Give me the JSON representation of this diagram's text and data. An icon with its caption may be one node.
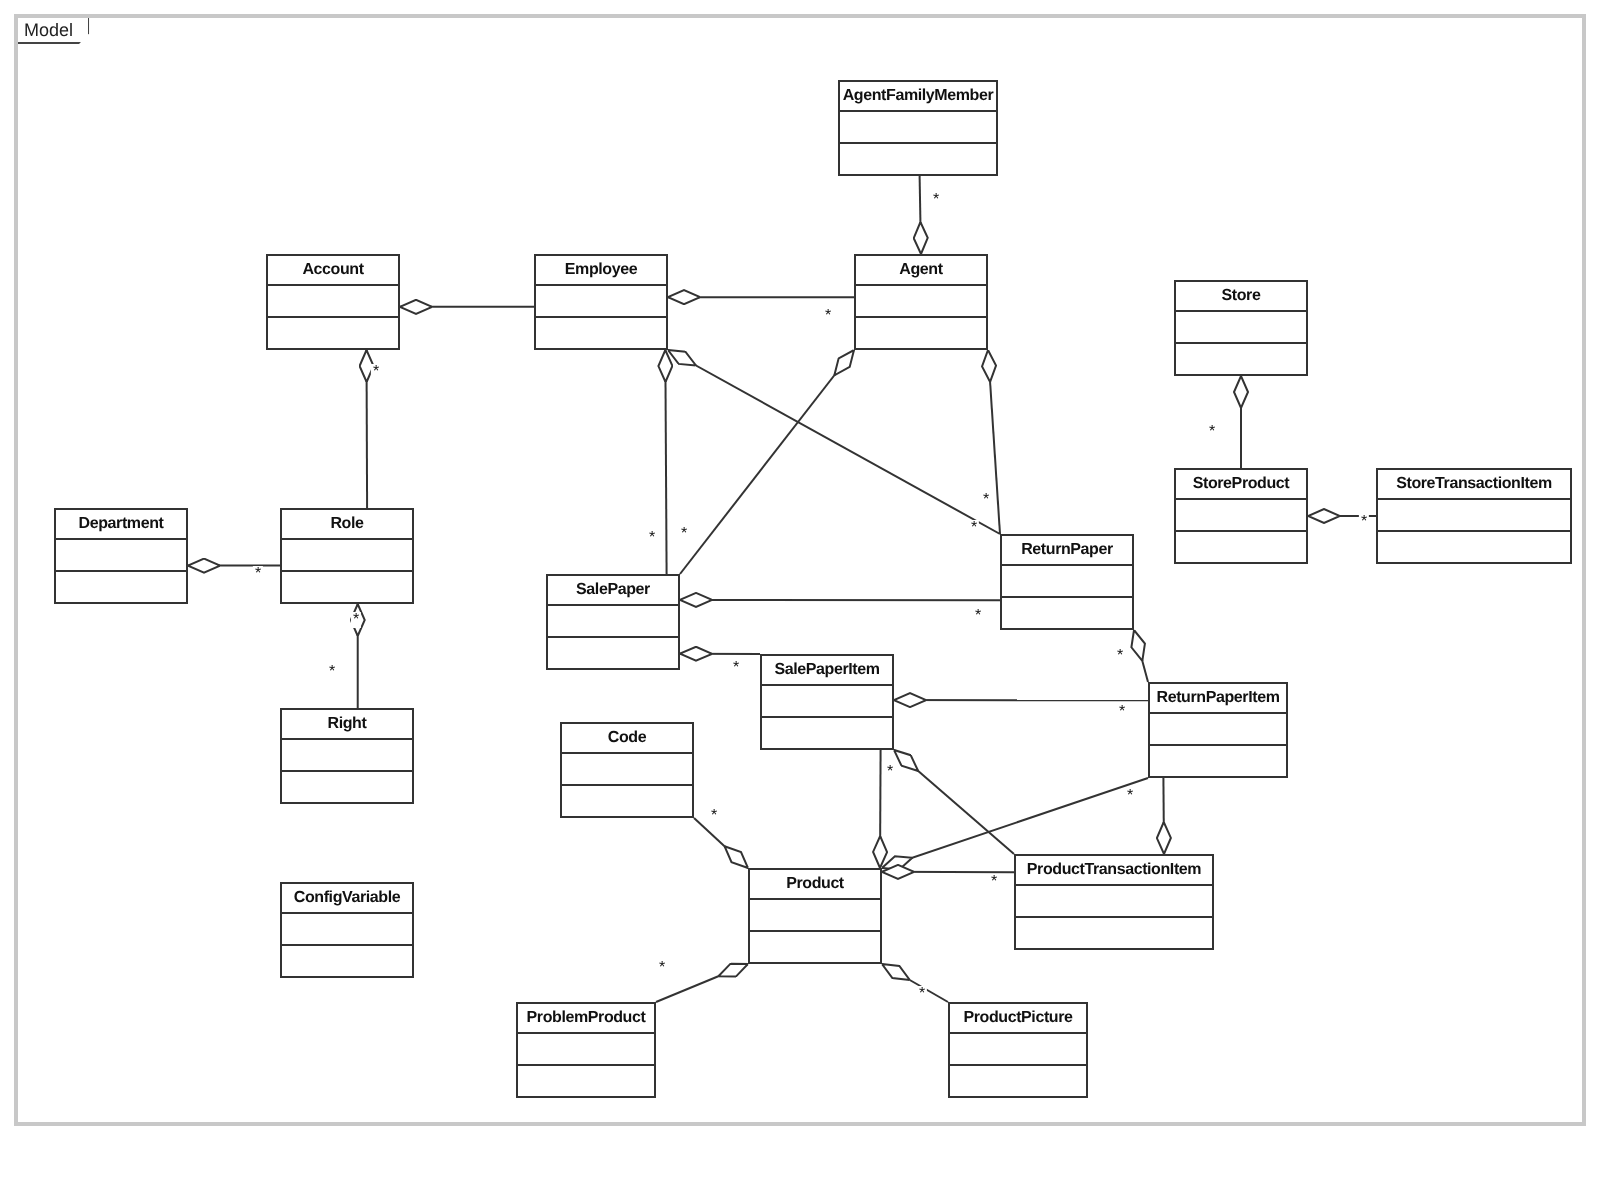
{
  "diagram": {
    "nodes": [
      {
        "text": [
          "Model"
        ]
      },
      {
        "text": [
          "AgentFamilyMember"
        ],
        "in": 0
      },
      {
        "text": [
          "Account"
        ],
        "in": 0
      },
      {
        "text": [
          "Employee"
        ],
        "in": 0
      },
      {
        "text": [
          "Agent"
        ],
        "in": 0
      },
      {
        "text": [
          "Store"
        ],
        "in": 0
      },
      {
        "text": [
          "Department"
        ],
        "in": 0
      },
      {
        "text": [
          "Role"
        ],
        "in": 0
      },
      {
        "text": [
          "StoreProduct"
        ],
        "in": 0
      },
      {
        "text": [
          "StoreTransactionItem"
        ],
        "in": 0
      },
      {
        "text": [
          "SalePaper"
        ],
        "in": 0
      },
      {
        "text": [
          "ReturnPaper"
        ],
        "in": 0
      },
      {
        "text": [
          "SalePaperItem"
        ],
        "in": 0
      },
      {
        "text": [
          "ReturnPaperItem"
        ],
        "in": 0
      },
      {
        "text": [
          "Right"
        ],
        "in": 0
      },
      {
        "text": [
          "Code"
        ],
        "in": 0
      },
      {
        "text": [
          "Product"
        ],
        "in": 0
      },
      {
        "text": [
          "ProductTransactionItem"
        ],
        "in": 0
      },
      {
        "text": [
          "ConfigVariable"
        ],
        "in": 0
      },
      {
        "text": [
          "ProblemProduct"
        ],
        "in": 0
      },
      {
        "text": [
          "ProductPicture"
        ],
        "in": 0
      }
    ],
    "edges": [
      {
        "from": 4,
        "to": 1,
        "arrow": "other",
        "label": "*"
      },
      {
        "from": 2,
        "to": 3,
        "arrow": "other"
      },
      {
        "from": 3,
        "to": 4,
        "arrow": "other",
        "label": "*"
      },
      {
        "from": 2,
        "to": 7,
        "arrow": "other",
        "label": "*"
      },
      {
        "from": 6,
        "to": 7,
        "arrow": "other",
        "label": "*"
      },
      {
        "from": 7,
        "to": 14,
        "arrow": "other",
        "label": "*"
      },
      {
        "from": 3,
        "to": 10,
        "arrow": "other",
        "label": "*"
      },
      {
        "from": 3,
        "to": 11,
        "arrow": "other",
        "label": "*"
      },
      {
        "from": 4,
        "to": 10,
        "arrow": "other",
        "label": "*"
      },
      {
        "from": 4,
        "to": 11,
        "arrow": "other",
        "label": "*"
      },
      {
        "from": 10,
        "to": 11,
        "arrow": "other",
        "label": "*"
      },
      {
        "from": 5,
        "to": 8,
        "arrow": "other",
        "label": "*"
      },
      {
        "from": 8,
        "to": 9,
        "arrow": "other",
        "label": "*"
      },
      {
        "from": 10,
        "to": 12,
        "arrow": "other",
        "label": "*"
      },
      {
        "from": 11,
        "to": 13,
        "arrow": "other",
        "label": "*"
      },
      {
        "from": 12,
        "to": 13,
        "arrow": "other",
        "label": "*"
      },
      {
        "from": 16,
        "to": 12,
        "arrow": "other",
        "label": "*"
      },
      {
        "from": 12,
        "to": 17,
        "arrow": "other"
      },
      {
        "from": 16,
        "to": 13,
        "arrow": "other",
        "label": "*"
      },
      {
        "from": 17,
        "to": 13,
        "arrow": "other"
      },
      {
        "from": 16,
        "to": 17,
        "arrow": "other",
        "label": "*"
      },
      {
        "from": 16,
        "to": 15,
        "arrow": "other",
        "label": "*"
      },
      {
        "from": 16,
        "to": 19,
        "arrow": "other",
        "label": "*"
      },
      {
        "from": 16,
        "to": 20,
        "arrow": "other",
        "label": "*"
      }
    ],
    "labels": [
      "*"
    ]
  }
}
